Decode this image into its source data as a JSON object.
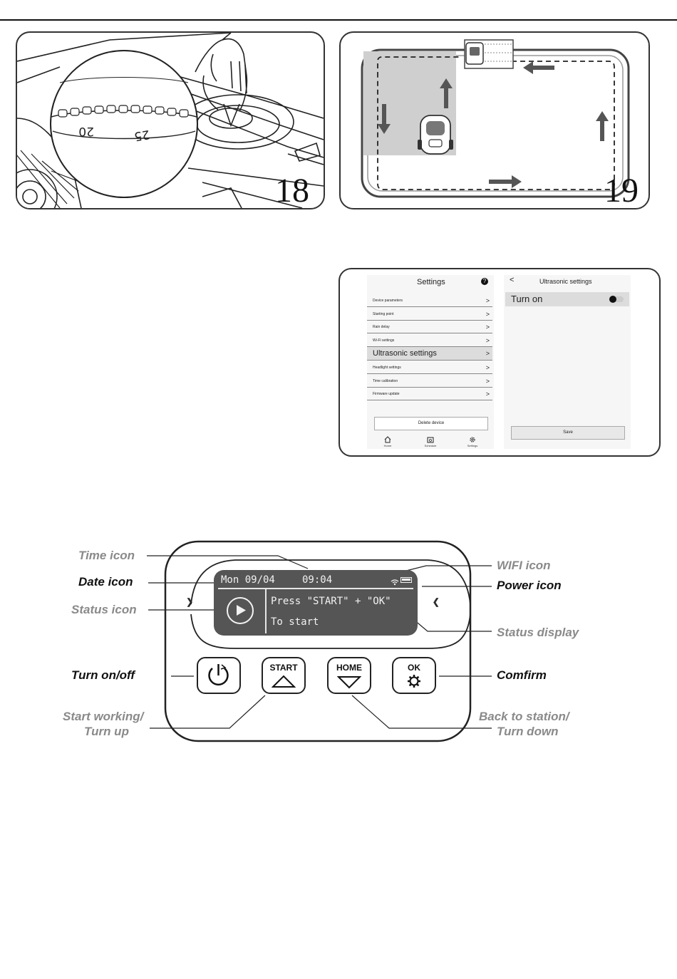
{
  "figure18": {
    "number": "18",
    "dial_marks": [
      "20",
      "25"
    ]
  },
  "figure19": {
    "number": "19"
  },
  "app": {
    "settings_title": "Settings",
    "help_icon": "?",
    "menu_items": [
      "Device parameters",
      "Starting point",
      "Rain delay",
      "Wi-Fi settings",
      "Ultrasonic settings",
      "Headlight settings",
      "Time calibration",
      "Firmware update"
    ],
    "highlighted_item": "Ultrasonic settings",
    "delete_button": "Delete device",
    "tabs": [
      "Home",
      "Schedule",
      "Settings"
    ],
    "detail_title": "Ultrasonic settings",
    "back_icon": "<",
    "toggle_label": "Turn on",
    "toggle_state": "off",
    "save_button": "Save"
  },
  "panel": {
    "lcd": {
      "date": "Mon 09/04",
      "time": "09:04",
      "line1": "Press \"START\" + \"OK\"",
      "line2": "To start",
      "left_arrows": "〉〉〉",
      "right_arrows": "〈〈〈"
    },
    "keys": {
      "start": "START",
      "home": "HOME",
      "ok": "OK"
    },
    "labels": {
      "time_icon": "Time icon",
      "date_icon": "Date icon",
      "status_icon": "Status icon",
      "turn_onoff": "Turn on/off",
      "start_working": "Start working/",
      "turn_up": "Turn up",
      "wifi_icon": "WIFI icon",
      "power_icon": "Power icon",
      "status_display": "Status display",
      "confirm": "Comfirm",
      "back_to_station": "Back to station/",
      "turn_down": "Turn down"
    }
  }
}
